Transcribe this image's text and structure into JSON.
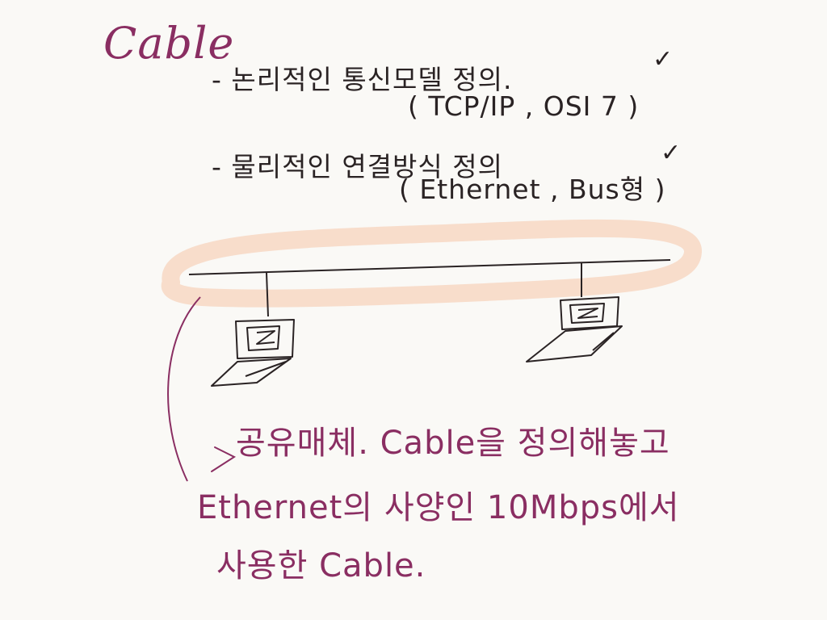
{
  "title": "Cable",
  "notes": {
    "line1": "- 논리적인 통신모델 정의.",
    "line1_sub": "( TCP/IP , OSI 7 )",
    "line2": "- 물리적인 연결방식 정의",
    "line2_sub": "( Ethernet , Bus형 )",
    "check_mark": "✓"
  },
  "bottom": {
    "line1": "공유매체. Cable을 정의해놓고",
    "line2": "Ethernet의 사양인 10Mbps에서",
    "line3": "사용한 Cable."
  },
  "colors": {
    "ink": "#2a2324",
    "pen": "#8a2e62",
    "highlight": "#f7d9c6"
  }
}
